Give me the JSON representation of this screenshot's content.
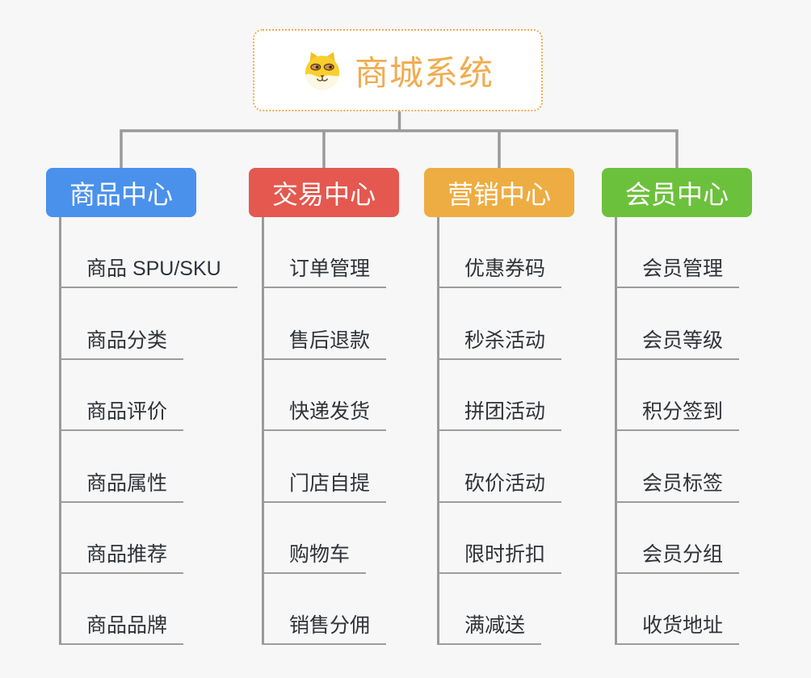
{
  "canvas": {
    "background": "#F7F7F7",
    "connector_color": "#9A9A9A",
    "underline_color": "#9C9C9C"
  },
  "root": {
    "title": "商城系统",
    "icon": "shiba-dog-icon",
    "accent_color": "#F0AC50",
    "border_color": "#F3A94F"
  },
  "branches": [
    {
      "id": "product-center",
      "label": "商品中心",
      "color": "#4A91EC",
      "items": [
        "商品 SPU/SKU",
        "商品分类",
        "商品评价",
        "商品属性",
        "商品推荐",
        "商品品牌"
      ]
    },
    {
      "id": "trade-center",
      "label": "交易中心",
      "color": "#E4584F",
      "items": [
        "订单管理",
        "售后退款",
        "快递发货",
        "门店自提",
        "购物车",
        "销售分佣"
      ]
    },
    {
      "id": "marketing-center",
      "label": "营销中心",
      "color": "#EEAD42",
      "items": [
        "优惠券码",
        "秒杀活动",
        "拼团活动",
        "砍价活动",
        "限时折扣",
        "满减送"
      ]
    },
    {
      "id": "member-center",
      "label": "会员中心",
      "color": "#6CC13C",
      "items": [
        "会员管理",
        "会员等级",
        "积分签到",
        "会员标签",
        "会员分组",
        "收货地址"
      ]
    }
  ]
}
